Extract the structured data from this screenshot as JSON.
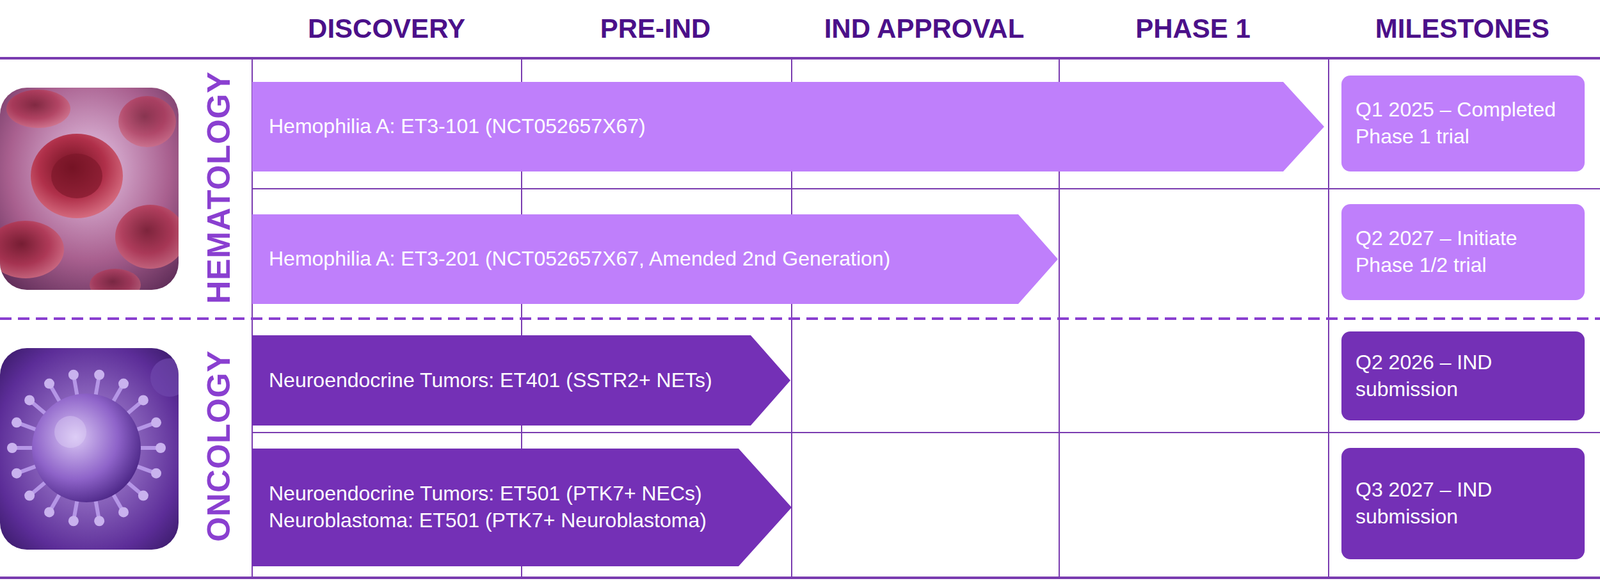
{
  "diagram": {
    "nodes": [
      {
        "text": [
          "Hemophilia A: ET3-101 (NCT052657X67)"
        ]
      },
      {
        "text": [
          "Q1 2025 – Completed Phase 1 trial"
        ]
      },
      {
        "text": [
          "Hemophilia A: ET3-201 (NCT052657X67, Amended 2nd Generation)"
        ]
      },
      {
        "text": [
          "Q2 2027 – Initiate Phase 1/2 trial"
        ]
      },
      {
        "text": [
          "Neuroendocrine Tumors: ET401 (SSTR2+ NETs)"
        ]
      },
      {
        "text": [
          "Q2 2026 – IND submission"
        ]
      },
      {
        "text": [
          "Neuroendocrine Tumors: ET501 (PTK7+ NECs)",
          "Neuroblastoma: ET501 (PTK7+ Neuroblastoma)"
        ]
      },
      {
        "text": [
          "Q3 2027 – IND submission"
        ]
      }
    ],
    "edges": [],
    "labels": [
      "DISCOVERY",
      "PRE-IND",
      "IND APPROVAL",
      "PHASE 1",
      "MILESTONES",
      "HEMATOLOGY",
      "ONCOLOGY"
    ]
  }
}
